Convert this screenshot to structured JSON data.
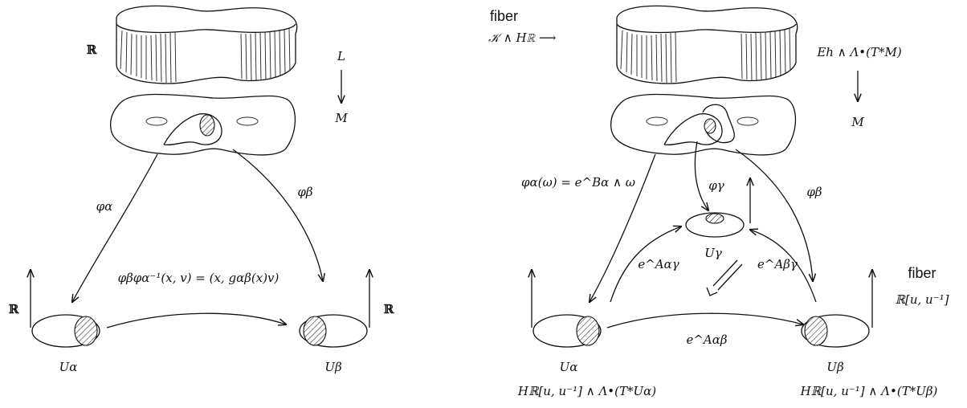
{
  "left": {
    "fiber_label": "ℝ",
    "map_arrow_top": "L",
    "map_arrow_bottom": "M",
    "phi_alpha": "φα",
    "phi_beta": "φβ",
    "transition": "φβφα⁻¹(x, v) = (x, gαβ(x)v)",
    "left_axis_label": "ℝ",
    "right_axis_label": "ℝ",
    "u_alpha": "Uα",
    "u_beta": "Uβ"
  },
  "right": {
    "fiber_word_top": "fiber",
    "fiber_expr_top": "𝒦 ∧ Hℝ ⟶",
    "bundle_label": "Eh ∧ Λ•(T*M)",
    "map_arrow_bottom": "M",
    "phi_alpha_eq": "φα(ω) = e^Bα ∧ ω",
    "phi_gamma": "φγ",
    "phi_beta": "φβ",
    "u_gamma": "Uγ",
    "e_a_alpha_gamma": "e^Aαγ",
    "e_a_beta_gamma": "e^Aβγ",
    "e_a_alpha_beta": "e^Aαβ",
    "fiber_word_right": "fiber",
    "fiber_expr_right": "ℝ[u, u⁻¹]",
    "u_alpha": "Uα",
    "u_beta": "Uβ",
    "bottom_left_expr": "Hℝ[u, u⁻¹] ∧ Λ•(T*Uα)",
    "bottom_right_expr": "Hℝ[u, u⁻¹] ∧ Λ•(T*Uβ)"
  }
}
